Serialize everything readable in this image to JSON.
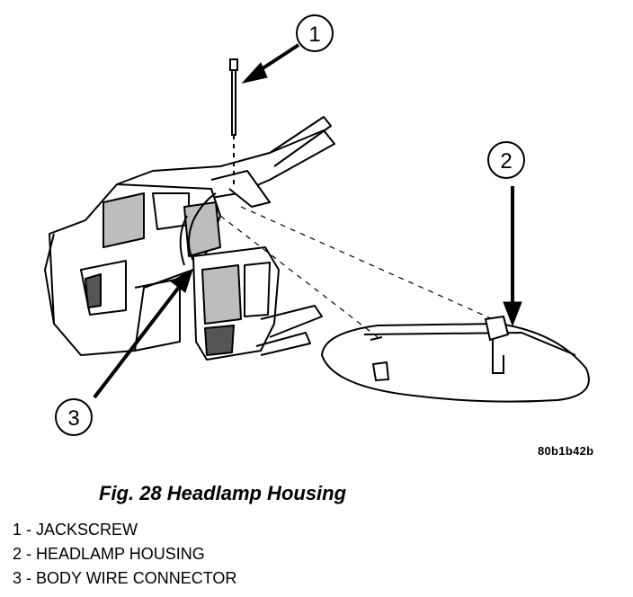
{
  "diagram": {
    "callouts": [
      {
        "id": "1",
        "label": "1"
      },
      {
        "id": "2",
        "label": "2"
      },
      {
        "id": "3",
        "label": "3"
      }
    ],
    "figure_code": "80b1b42b",
    "caption": "Fig. 28 Headlamp Housing",
    "legend": [
      "1 - JACKSCREW",
      "2 - HEADLAMP HOUSING",
      "3 - BODY WIRE CONNECTOR"
    ]
  },
  "colors": {
    "line": "#000000",
    "background": "#ffffff",
    "shade": "#bdbdbd"
  }
}
